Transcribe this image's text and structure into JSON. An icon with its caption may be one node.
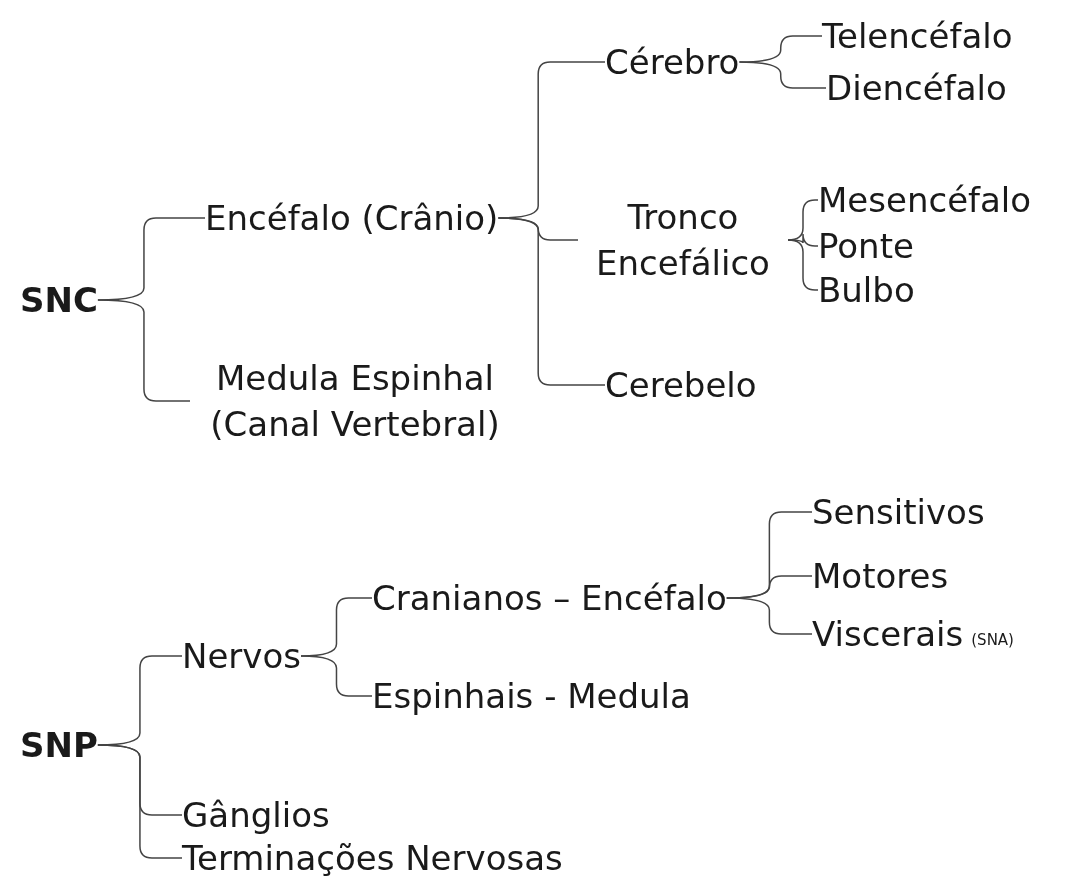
{
  "diagram": {
    "nodes": [
      {
        "text": [
          "SNC"
        ]
      },
      {
        "text": [
          "Encéfalo (Crânio)"
        ]
      },
      {
        "text": [
          "Medula Espinhal (Canal Vertebral)"
        ]
      },
      {
        "text": [
          "Cérebro"
        ]
      },
      {
        "text": [
          "Tronco Encefálico"
        ]
      },
      {
        "text": [
          "Cerebelo"
        ]
      },
      {
        "text": [
          "Telencéfalo"
        ]
      },
      {
        "text": [
          "Diencéfalo"
        ]
      },
      {
        "text": [
          "Mesencéfalo"
        ]
      },
      {
        "text": [
          "Ponte"
        ]
      },
      {
        "text": [
          "Bulbo"
        ]
      },
      {
        "text": [
          "SNP"
        ]
      },
      {
        "text": [
          "Nervos"
        ]
      },
      {
        "text": [
          "Cranianos – Encéfalo"
        ]
      },
      {
        "text": [
          "Espinhais - Medula"
        ]
      },
      {
        "text": [
          "Sensitivos"
        ]
      },
      {
        "text": [
          "Motores"
        ]
      },
      {
        "text": [
          "Viscerais"
        ],
        "beside": [
          "(SNA)"
        ]
      },
      {
        "text": [
          "Gânglios"
        ]
      },
      {
        "text": [
          "Terminações Nervosas"
        ]
      }
    ],
    "edges": [
      {
        "from": 0,
        "to": 1,
        "arrow": "none"
      },
      {
        "from": 0,
        "to": 2,
        "arrow": "none"
      },
      {
        "from": 1,
        "to": 3,
        "arrow": "none"
      },
      {
        "from": 1,
        "to": 4,
        "arrow": "none"
      },
      {
        "from": 1,
        "to": 5,
        "arrow": "none"
      },
      {
        "from": 3,
        "to": 6,
        "arrow": "none"
      },
      {
        "from": 3,
        "to": 7,
        "arrow": "none"
      },
      {
        "from": 4,
        "to": 8,
        "arrow": "none"
      },
      {
        "from": 4,
        "to": 9,
        "arrow": "none"
      },
      {
        "from": 4,
        "to": 10,
        "arrow": "none"
      },
      {
        "from": 11,
        "to": 12,
        "arrow": "none"
      },
      {
        "from": 11,
        "to": 18,
        "arrow": "none"
      },
      {
        "from": 11,
        "to": 19,
        "arrow": "none"
      },
      {
        "from": 12,
        "to": 13,
        "arrow": "none"
      },
      {
        "from": 12,
        "to": 14,
        "arrow": "none"
      },
      {
        "from": 13,
        "to": 15,
        "arrow": "none"
      },
      {
        "from": 13,
        "to": 16,
        "arrow": "none"
      },
      {
        "from": 13,
        "to": 17,
        "arrow": "none"
      }
    ]
  }
}
